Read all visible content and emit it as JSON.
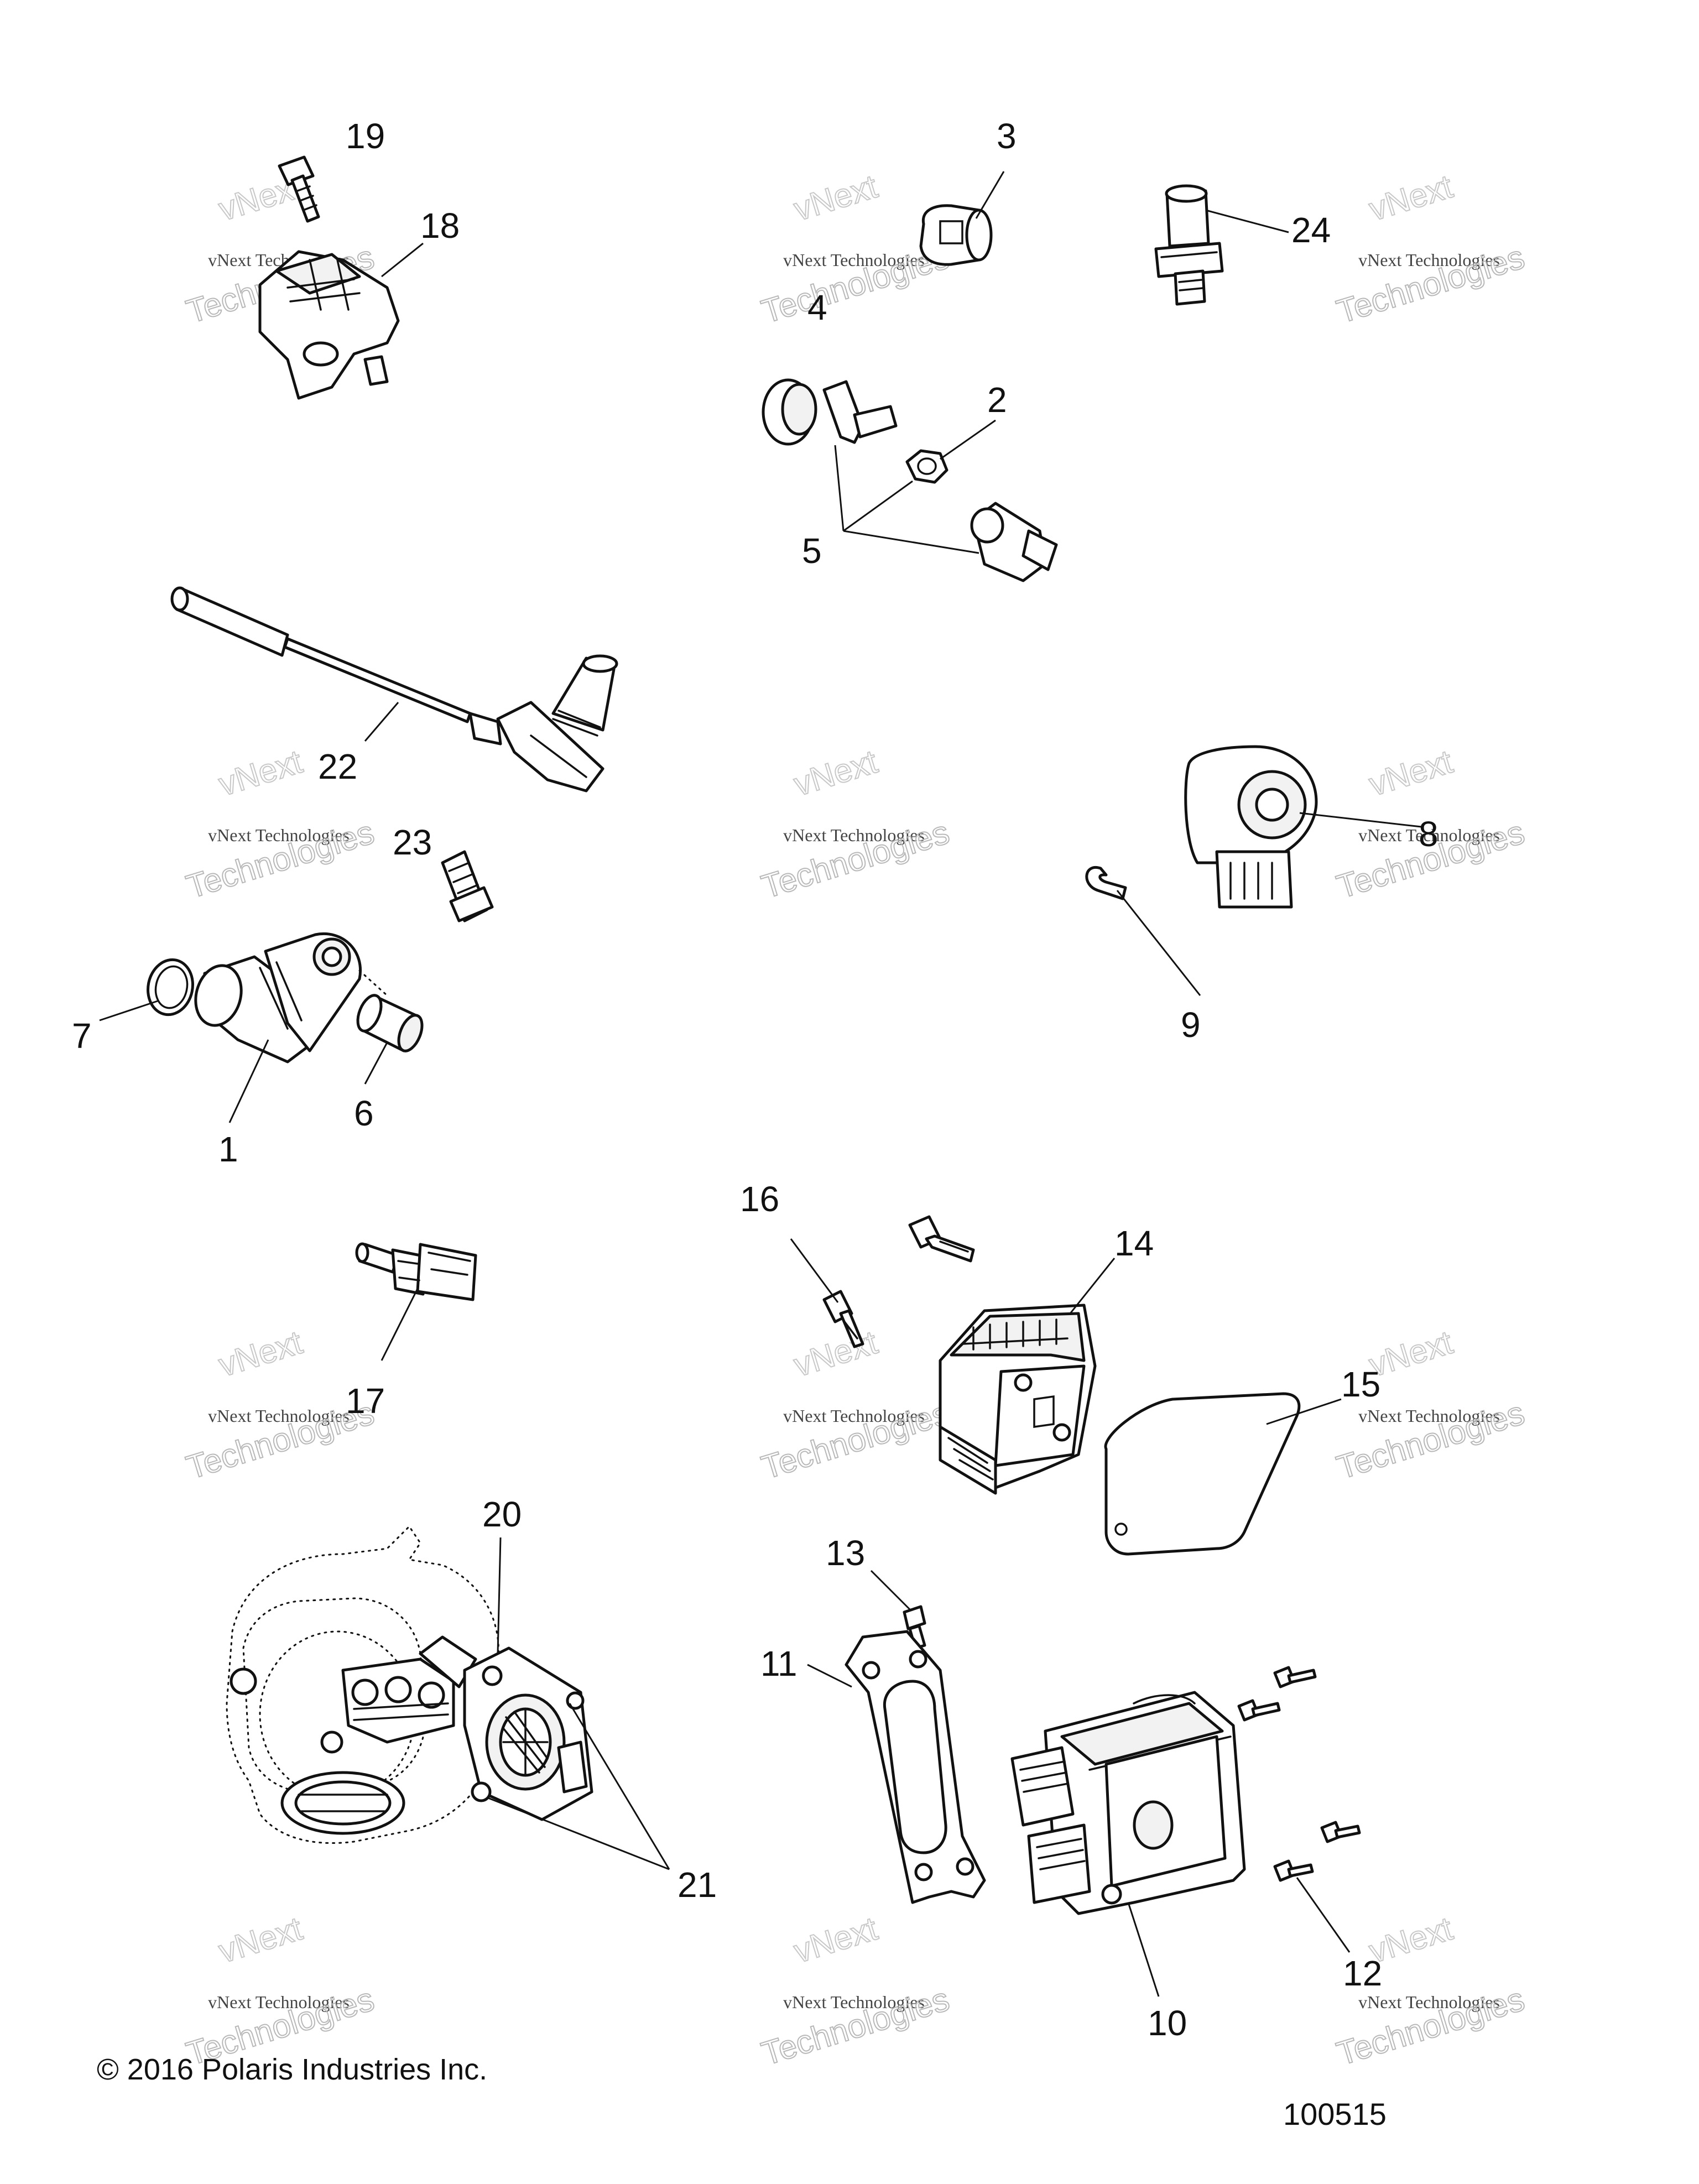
{
  "callouts": [
    {
      "label": "19"
    },
    {
      "label": "18"
    },
    {
      "label": "3"
    },
    {
      "label": "24"
    },
    {
      "label": "4"
    },
    {
      "label": "2"
    },
    {
      "label": "5"
    },
    {
      "label": "22"
    },
    {
      "label": "23"
    },
    {
      "label": "8"
    },
    {
      "label": "7"
    },
    {
      "label": "1"
    },
    {
      "label": "6"
    },
    {
      "label": "9"
    },
    {
      "label": "16"
    },
    {
      "label": "14"
    },
    {
      "label": "17"
    },
    {
      "label": "15"
    },
    {
      "label": "20"
    },
    {
      "label": "13"
    },
    {
      "label": "11"
    },
    {
      "label": "21"
    },
    {
      "label": "12"
    },
    {
      "label": "10"
    }
  ],
  "watermark": {
    "line1": "vNext Technologies",
    "line2": "Technologies",
    "back": "vNext"
  },
  "footer": {
    "copyright": "© 2016 Polaris Industries Inc.",
    "diagram_id": "100515"
  }
}
